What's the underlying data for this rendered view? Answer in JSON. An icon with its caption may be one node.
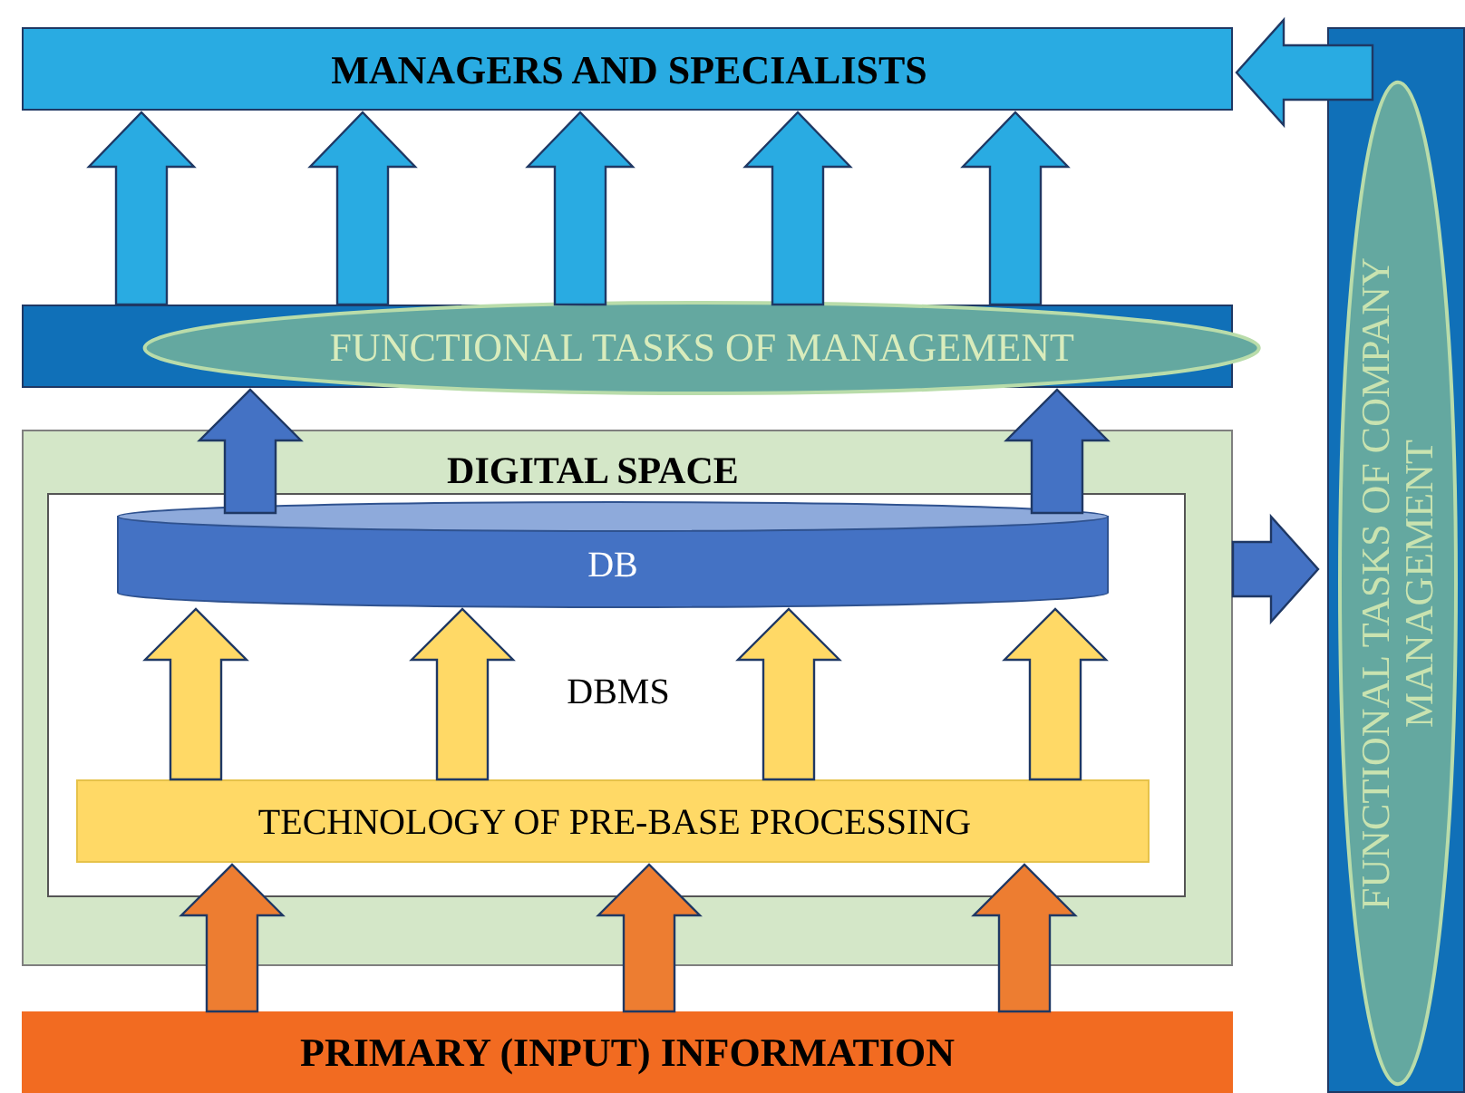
{
  "diagram": {
    "nodes": [
      {
        "text": [
          "MANAGERS AND SPECIALISTS"
        ]
      },
      {
        "text": [
          "FUNCTIONAL TASKS OF MANAGEMENT"
        ]
      },
      {
        "text": [
          "DIGITAL SPACE"
        ]
      },
      {
        "text": [
          "DBMS"
        ],
        "in": 2
      },
      {
        "text": [
          "DB"
        ],
        "in": 3
      },
      {
        "text": [
          "TECHNOLOGY OF PRE-BASE PROCESSING"
        ],
        "in": 3
      },
      {
        "text": [
          "PRIMARY (INPUT) INFORMATION"
        ]
      },
      {
        "text": [
          "FUNCTIONAL TASKS OF COMPANY MANAGEMENT"
        ]
      }
    ],
    "edges": [
      {
        "from": 1,
        "to": 0,
        "arrow": "to"
      },
      {
        "from": 1,
        "to": 0,
        "arrow": "to"
      },
      {
        "from": 1,
        "to": 0,
        "arrow": "to"
      },
      {
        "from": 1,
        "to": 0,
        "arrow": "to"
      },
      {
        "from": 1,
        "to": 0,
        "arrow": "to"
      },
      {
        "from": 4,
        "to": 1,
        "arrow": "to",
        "color": "#4472c4"
      },
      {
        "from": 4,
        "to": 1,
        "arrow": "to",
        "color": "#4472c4"
      },
      {
        "from": 5,
        "to": 4,
        "arrow": "to",
        "color": "#ffd966"
      },
      {
        "from": 5,
        "to": 4,
        "arrow": "to",
        "color": "#ffd966"
      },
      {
        "from": 5,
        "to": 4,
        "arrow": "to",
        "color": "#ffd966"
      },
      {
        "from": 5,
        "to": 4,
        "arrow": "to",
        "color": "#ffd966"
      },
      {
        "from": 6,
        "to": 5,
        "arrow": "to",
        "color": "#ed7d31"
      },
      {
        "from": 6,
        "to": 5,
        "arrow": "to",
        "color": "#ed7d31"
      },
      {
        "from": 6,
        "to": 5,
        "arrow": "to",
        "color": "#ed7d31"
      },
      {
        "from": 2,
        "to": 7,
        "arrow": "to",
        "color": "#4472c4"
      },
      {
        "from": 7,
        "to": 0,
        "arrow": "to"
      }
    ]
  }
}
